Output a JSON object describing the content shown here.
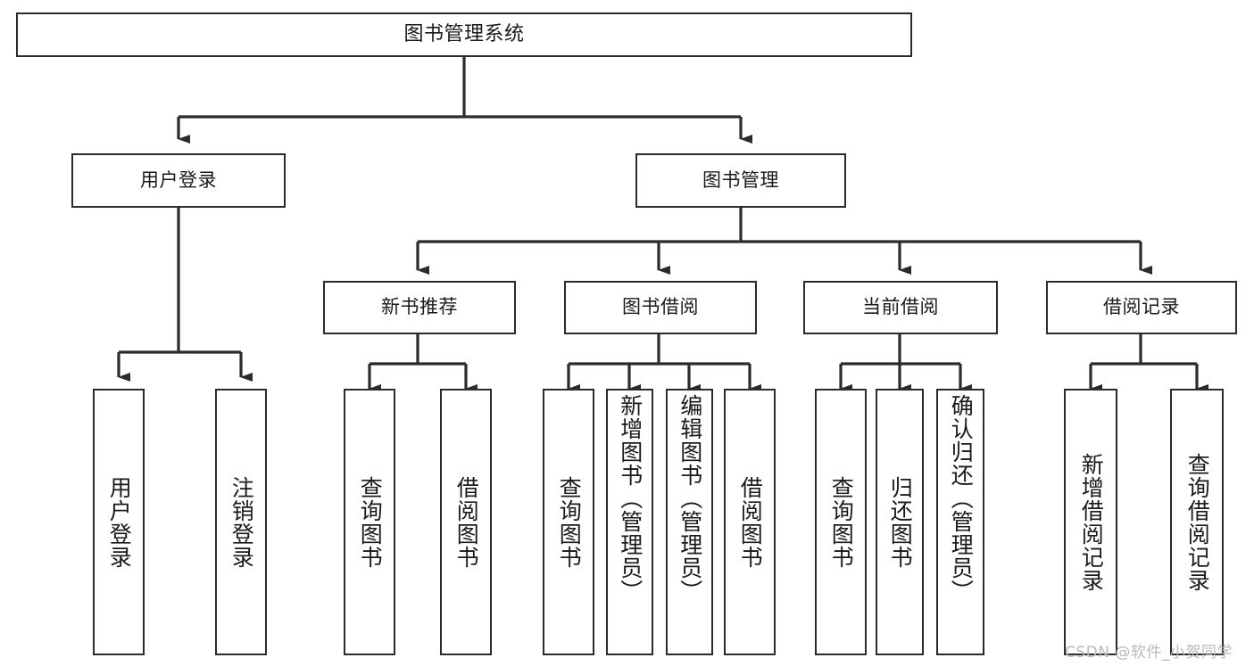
{
  "diagram": {
    "title": "图书管理系统",
    "type": "tree",
    "watermark": "CSDN @软件_小贺同学",
    "colors": {
      "border": "#2b2b2b",
      "background": "#ffffff",
      "text": "#1a1a1a",
      "watermark": "#b8b8b8"
    },
    "root": {
      "id": "root",
      "label": "图书管理系统"
    },
    "level2": [
      {
        "id": "user-login",
        "label": "用户登录"
      },
      {
        "id": "book-manage",
        "label": "图书管理"
      }
    ],
    "level3": [
      {
        "id": "new-book-rec",
        "label": "新书推荐",
        "parent": "book-manage"
      },
      {
        "id": "book-borrow",
        "label": "图书借阅",
        "parent": "book-manage"
      },
      {
        "id": "current-borrow",
        "label": "当前借阅",
        "parent": "book-manage"
      },
      {
        "id": "borrow-record",
        "label": "借阅记录",
        "parent": "book-manage"
      }
    ],
    "leaves": [
      {
        "id": "leaf-user-login",
        "label": "用户登录",
        "parent": "user-login"
      },
      {
        "id": "leaf-logout",
        "label": "注销登录",
        "parent": "user-login"
      },
      {
        "id": "leaf-rec-query",
        "label": "查询图书",
        "parent": "new-book-rec"
      },
      {
        "id": "leaf-rec-borrow",
        "label": "借阅图书",
        "parent": "new-book-rec"
      },
      {
        "id": "leaf-borrow-query",
        "label": "查询图书",
        "parent": "book-borrow"
      },
      {
        "id": "leaf-borrow-add",
        "label": "新增图书（管理员）",
        "parent": "book-borrow"
      },
      {
        "id": "leaf-borrow-edit",
        "label": "编辑图书（管理员）",
        "parent": "book-borrow"
      },
      {
        "id": "leaf-borrow-lend",
        "label": "借阅图书",
        "parent": "book-borrow"
      },
      {
        "id": "leaf-cur-query",
        "label": "查询图书",
        "parent": "current-borrow"
      },
      {
        "id": "leaf-cur-return",
        "label": "归还图书",
        "parent": "current-borrow"
      },
      {
        "id": "leaf-cur-confirm",
        "label": "确认归还（管理员）",
        "parent": "current-borrow"
      },
      {
        "id": "leaf-rec-add",
        "label": "新增借阅记录",
        "parent": "borrow-record"
      },
      {
        "id": "leaf-rec-query2",
        "label": "查询借阅记录",
        "parent": "borrow-record"
      }
    ]
  }
}
